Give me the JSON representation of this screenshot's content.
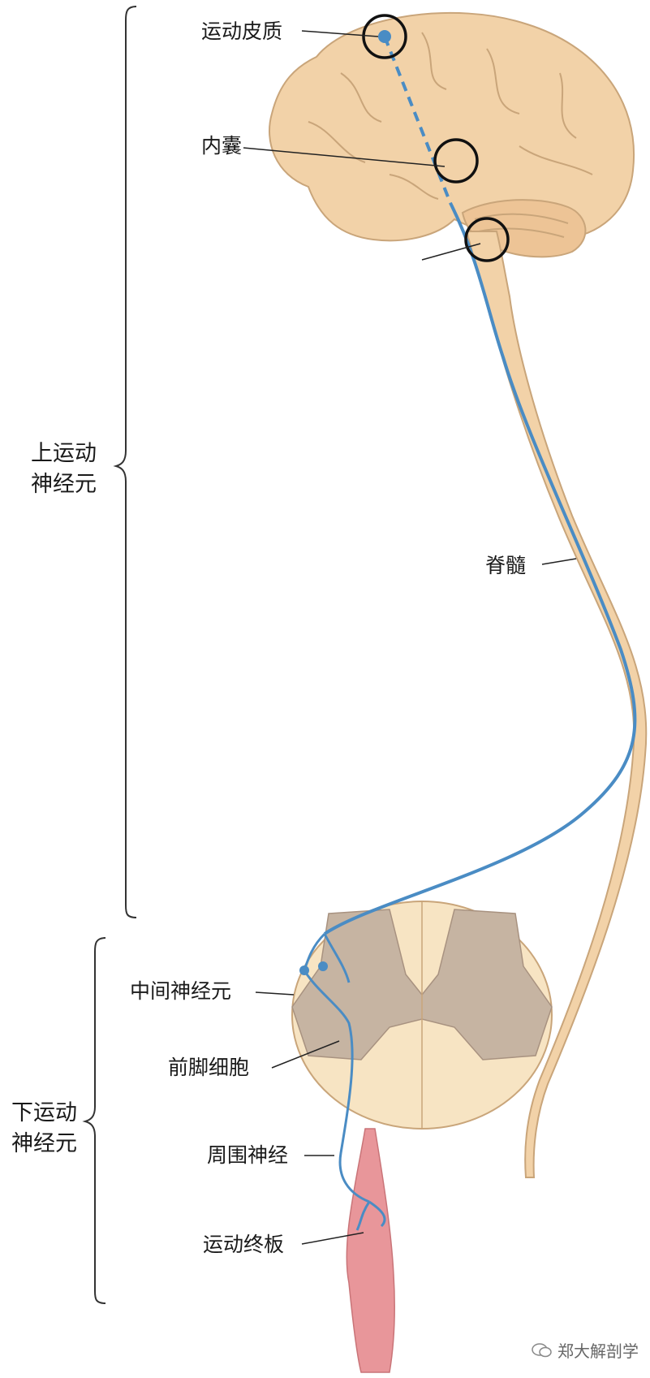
{
  "labels": {
    "motor_cortex": "运动皮质",
    "internal_capsule": "内囊",
    "spinal_cord": "脊髓",
    "interneuron": "中间神经元",
    "anterior_horn_cell": "前脚细胞",
    "peripheral_nerve": "周围神经",
    "motor_end_plate": "运动终板"
  },
  "groups": {
    "upper_line1": "上运动",
    "upper_line2": "神经元",
    "lower_line1": "下运动",
    "lower_line2": "神经元"
  },
  "watermark": "郑大解剖学",
  "colors": {
    "tissue": "#f2d2a8",
    "tissue_outline": "#c9a57a",
    "gray_matter": "#c6b4a2",
    "cord_section": "#f7e4c3",
    "neuron": "#4a8cc4",
    "muscle": "#e8969a",
    "leader": "#222222"
  }
}
